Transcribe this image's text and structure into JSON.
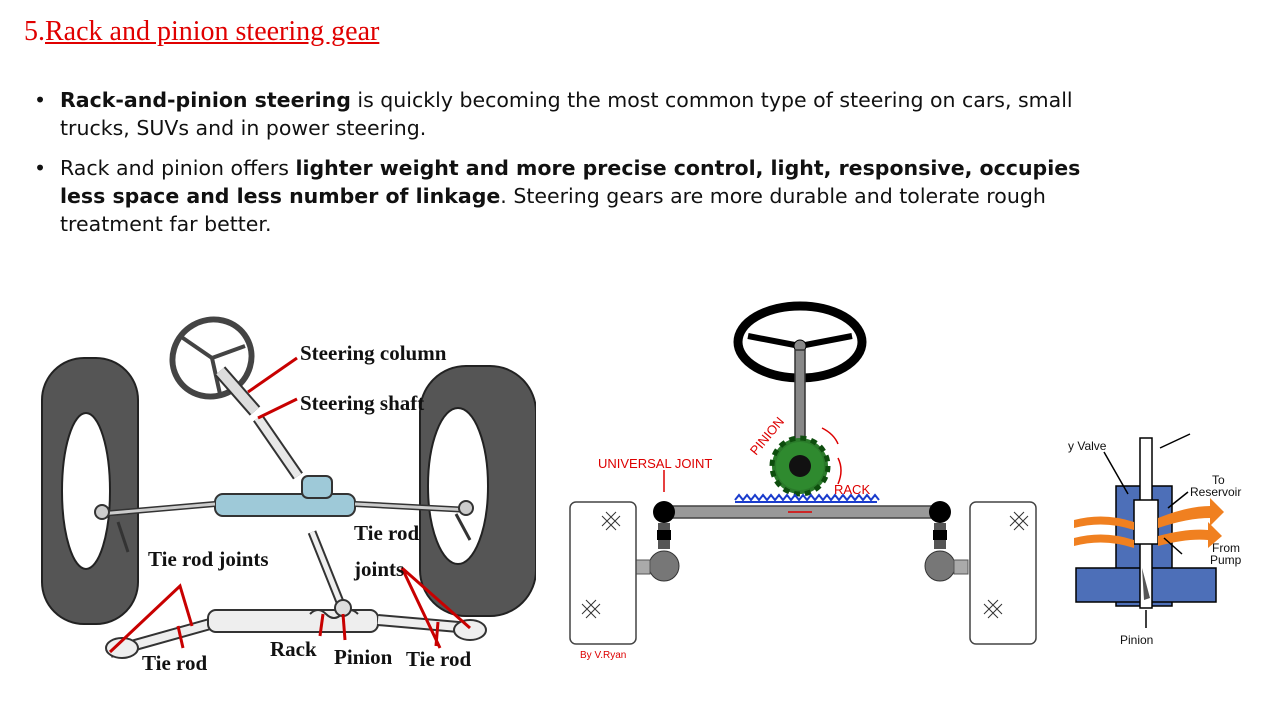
{
  "title": {
    "number": "5.",
    "text": "Rack and pinion steering gear"
  },
  "bullets": [
    {
      "bold": "Rack-and-pinion steering",
      "rest": " is quickly becoming the most common type of steering on cars, small trucks, SUVs and in power steering."
    },
    {
      "pre": "Rack and pinion offers ",
      "bold": "lighter weight and more precise control, light, responsive, occupies less space and less number of linkage",
      "rest": ". Steering gears are more durable and tolerate rough treatment far better."
    }
  ],
  "figure1": {
    "labels": {
      "steering_column": "Steering column",
      "steering_shaft": "Steering shaft",
      "tie_rod_joints_left": "Tie rod joints",
      "tie_rod_joints_right_1": "Tie rod",
      "tie_rod_joints_right_2": "joints",
      "tie_rod_left": "Tie rod",
      "rack": "Rack",
      "pinion": "Pinion",
      "tie_rod_right": "Tie rod"
    }
  },
  "figure2": {
    "labels": {
      "pinion": "PINION",
      "universal_joint": "UNIVERSAL JOINT",
      "rack": "RACK",
      "credit": "By V.Ryan"
    }
  },
  "figure3": {
    "labels": {
      "valve": "y Valve",
      "to_reservoir_1": "To",
      "to_reservoir_2": "Reservoir",
      "from_pump_1": "From",
      "from_pump_2": "Pump",
      "pinion": "Pinion"
    }
  }
}
